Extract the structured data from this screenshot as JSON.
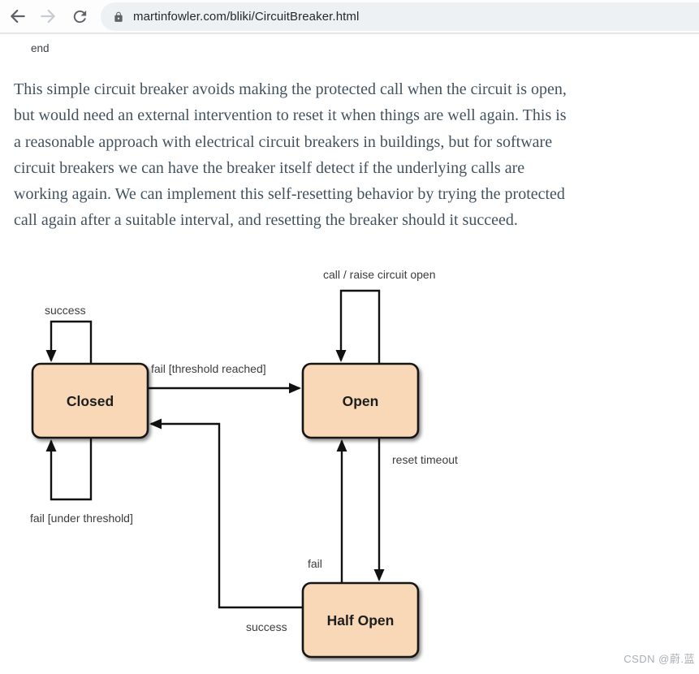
{
  "browser": {
    "url": "martinfowler.com/bliki/CircuitBreaker.html",
    "icons": {
      "back": "back-arrow-icon",
      "forward": "forward-arrow-icon",
      "refresh": "refresh-icon",
      "lock": "lock-icon"
    }
  },
  "page": {
    "end_label": "end",
    "paragraph_lines": [
      "This simple circuit breaker avoids making the protected call when the circuit is open,",
      "but would need an external intervention to reset it when things are well again. This is",
      "a reasonable approach with electrical circuit breakers in buildings, but for software",
      "circuit breakers we can have the breaker itself detect if the underlying calls are",
      "working again. We can implement this self-resetting behavior by trying the protected",
      "call again after a suitable interval, and resetting the breaker should it succeed."
    ]
  },
  "diagram": {
    "type": "state-diagram",
    "states": [
      {
        "id": "closed",
        "label": "Closed"
      },
      {
        "id": "open",
        "label": "Open"
      },
      {
        "id": "half_open",
        "label": "Half Open"
      }
    ],
    "transitions": [
      {
        "from": "closed",
        "to": "closed",
        "label": "success"
      },
      {
        "from": "closed",
        "to": "closed",
        "label": "fail [under threshold]"
      },
      {
        "from": "closed",
        "to": "open",
        "label": "fail [threshold reached]"
      },
      {
        "from": "open",
        "to": "open",
        "label": "call / raise circuit open"
      },
      {
        "from": "open",
        "to": "half_open",
        "label": "reset timeout"
      },
      {
        "from": "half_open",
        "to": "open",
        "label": "fail"
      },
      {
        "from": "half_open",
        "to": "closed",
        "label": "success"
      }
    ],
    "colors": {
      "state_fill": "#f9d8b7",
      "state_border": "#141414",
      "arrow": "#111111",
      "label_text": "#3c3c3c"
    }
  },
  "watermark": {
    "text": "CSDN @蔚.蓝"
  }
}
